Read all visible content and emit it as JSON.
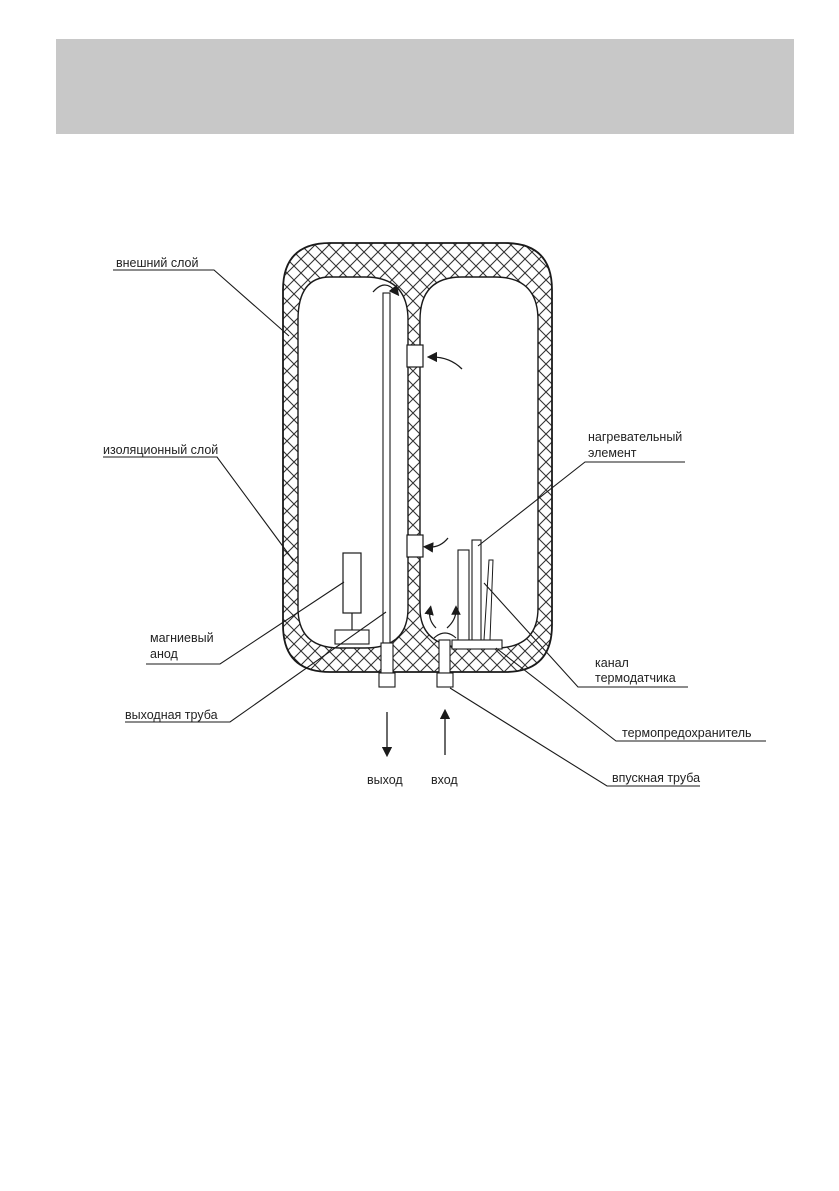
{
  "colors": {
    "header_band": "#c8c8c8",
    "line": "#1a1a1a",
    "hatch": "#333333",
    "tank_fill": "#ffffff"
  },
  "labels": {
    "outer_layer": "внешний слой",
    "insulation_layer": "изоляционный слой",
    "heating_element": [
      "нагревательный",
      "элемент"
    ],
    "magnesium_anode": [
      "магниевый",
      "анод"
    ],
    "outlet_pipe": "выходная труба",
    "sensor_channel": [
      "канал",
      "термодатчика"
    ],
    "thermal_fuse": "термопредохранитель",
    "inlet_pipe": "впускная труба",
    "outlet": "выход",
    "inlet": "вход"
  }
}
